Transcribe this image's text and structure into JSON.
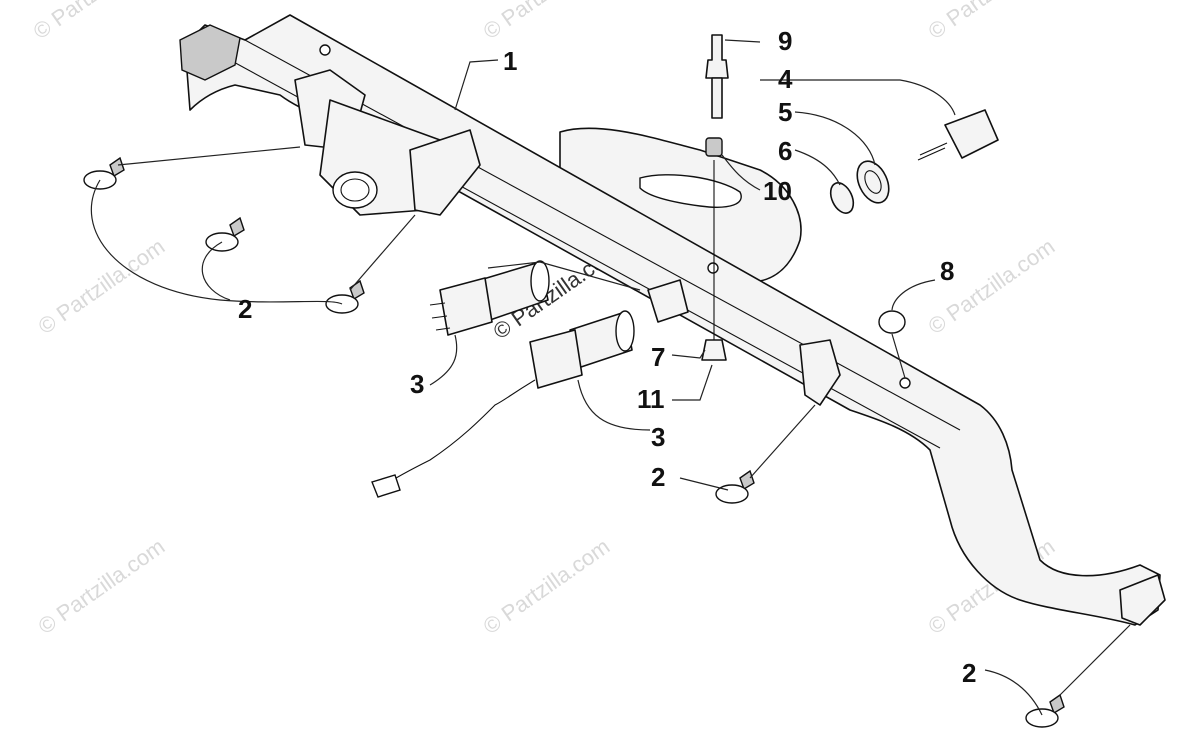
{
  "watermark": {
    "text": "© Partzilla.com"
  },
  "callouts": {
    "c1": "1",
    "c2a": "2",
    "c2b": "2",
    "c2c": "2",
    "c3a": "3",
    "c3b": "3",
    "c4": "4",
    "c5": "5",
    "c6": "6",
    "c7": "7",
    "c8": "8",
    "c9": "9",
    "c10": "10",
    "c11": "11"
  },
  "colors": {
    "line": "#111111",
    "part_fill": "#f4f4f4",
    "shade": "#c9c9c9",
    "watermark": "#d9d9d9"
  }
}
